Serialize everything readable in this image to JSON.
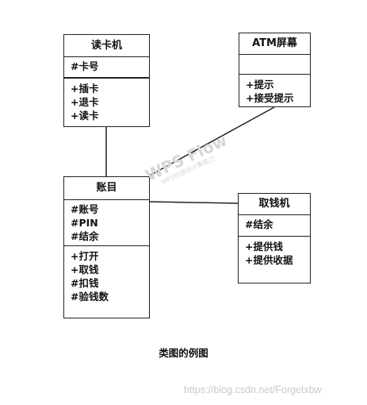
{
  "classes": {
    "card_reader": {
      "name": "读卡机",
      "attributes": [
        "#卡号"
      ],
      "operations": [
        "+插卡",
        "+退卡",
        "+读卡"
      ]
    },
    "atm_screen": {
      "name": "ATM屏幕",
      "attributes": [],
      "operations": [
        "+提示",
        "+接受提示"
      ]
    },
    "account": {
      "name": "账目",
      "attributes": [
        "#账号",
        "#PIN",
        "#结余"
      ],
      "operations": [
        "+打开",
        "+取钱",
        "#扣钱",
        "#验钱数"
      ]
    },
    "dispenser": {
      "name": "取钱机",
      "attributes": [
        "#结余"
      ],
      "operations": [
        "+提供钱",
        "+提供收据"
      ]
    }
  },
  "caption": "类图的例图",
  "watermark": "https://blog.csdn.net/Forgetxbw",
  "wps_watermark": {
    "title": "WPS Flow",
    "subtitle": "WPS仅提供计算能力"
  },
  "colors": {
    "line": "#222222",
    "watermark": "#c9c9c9"
  }
}
